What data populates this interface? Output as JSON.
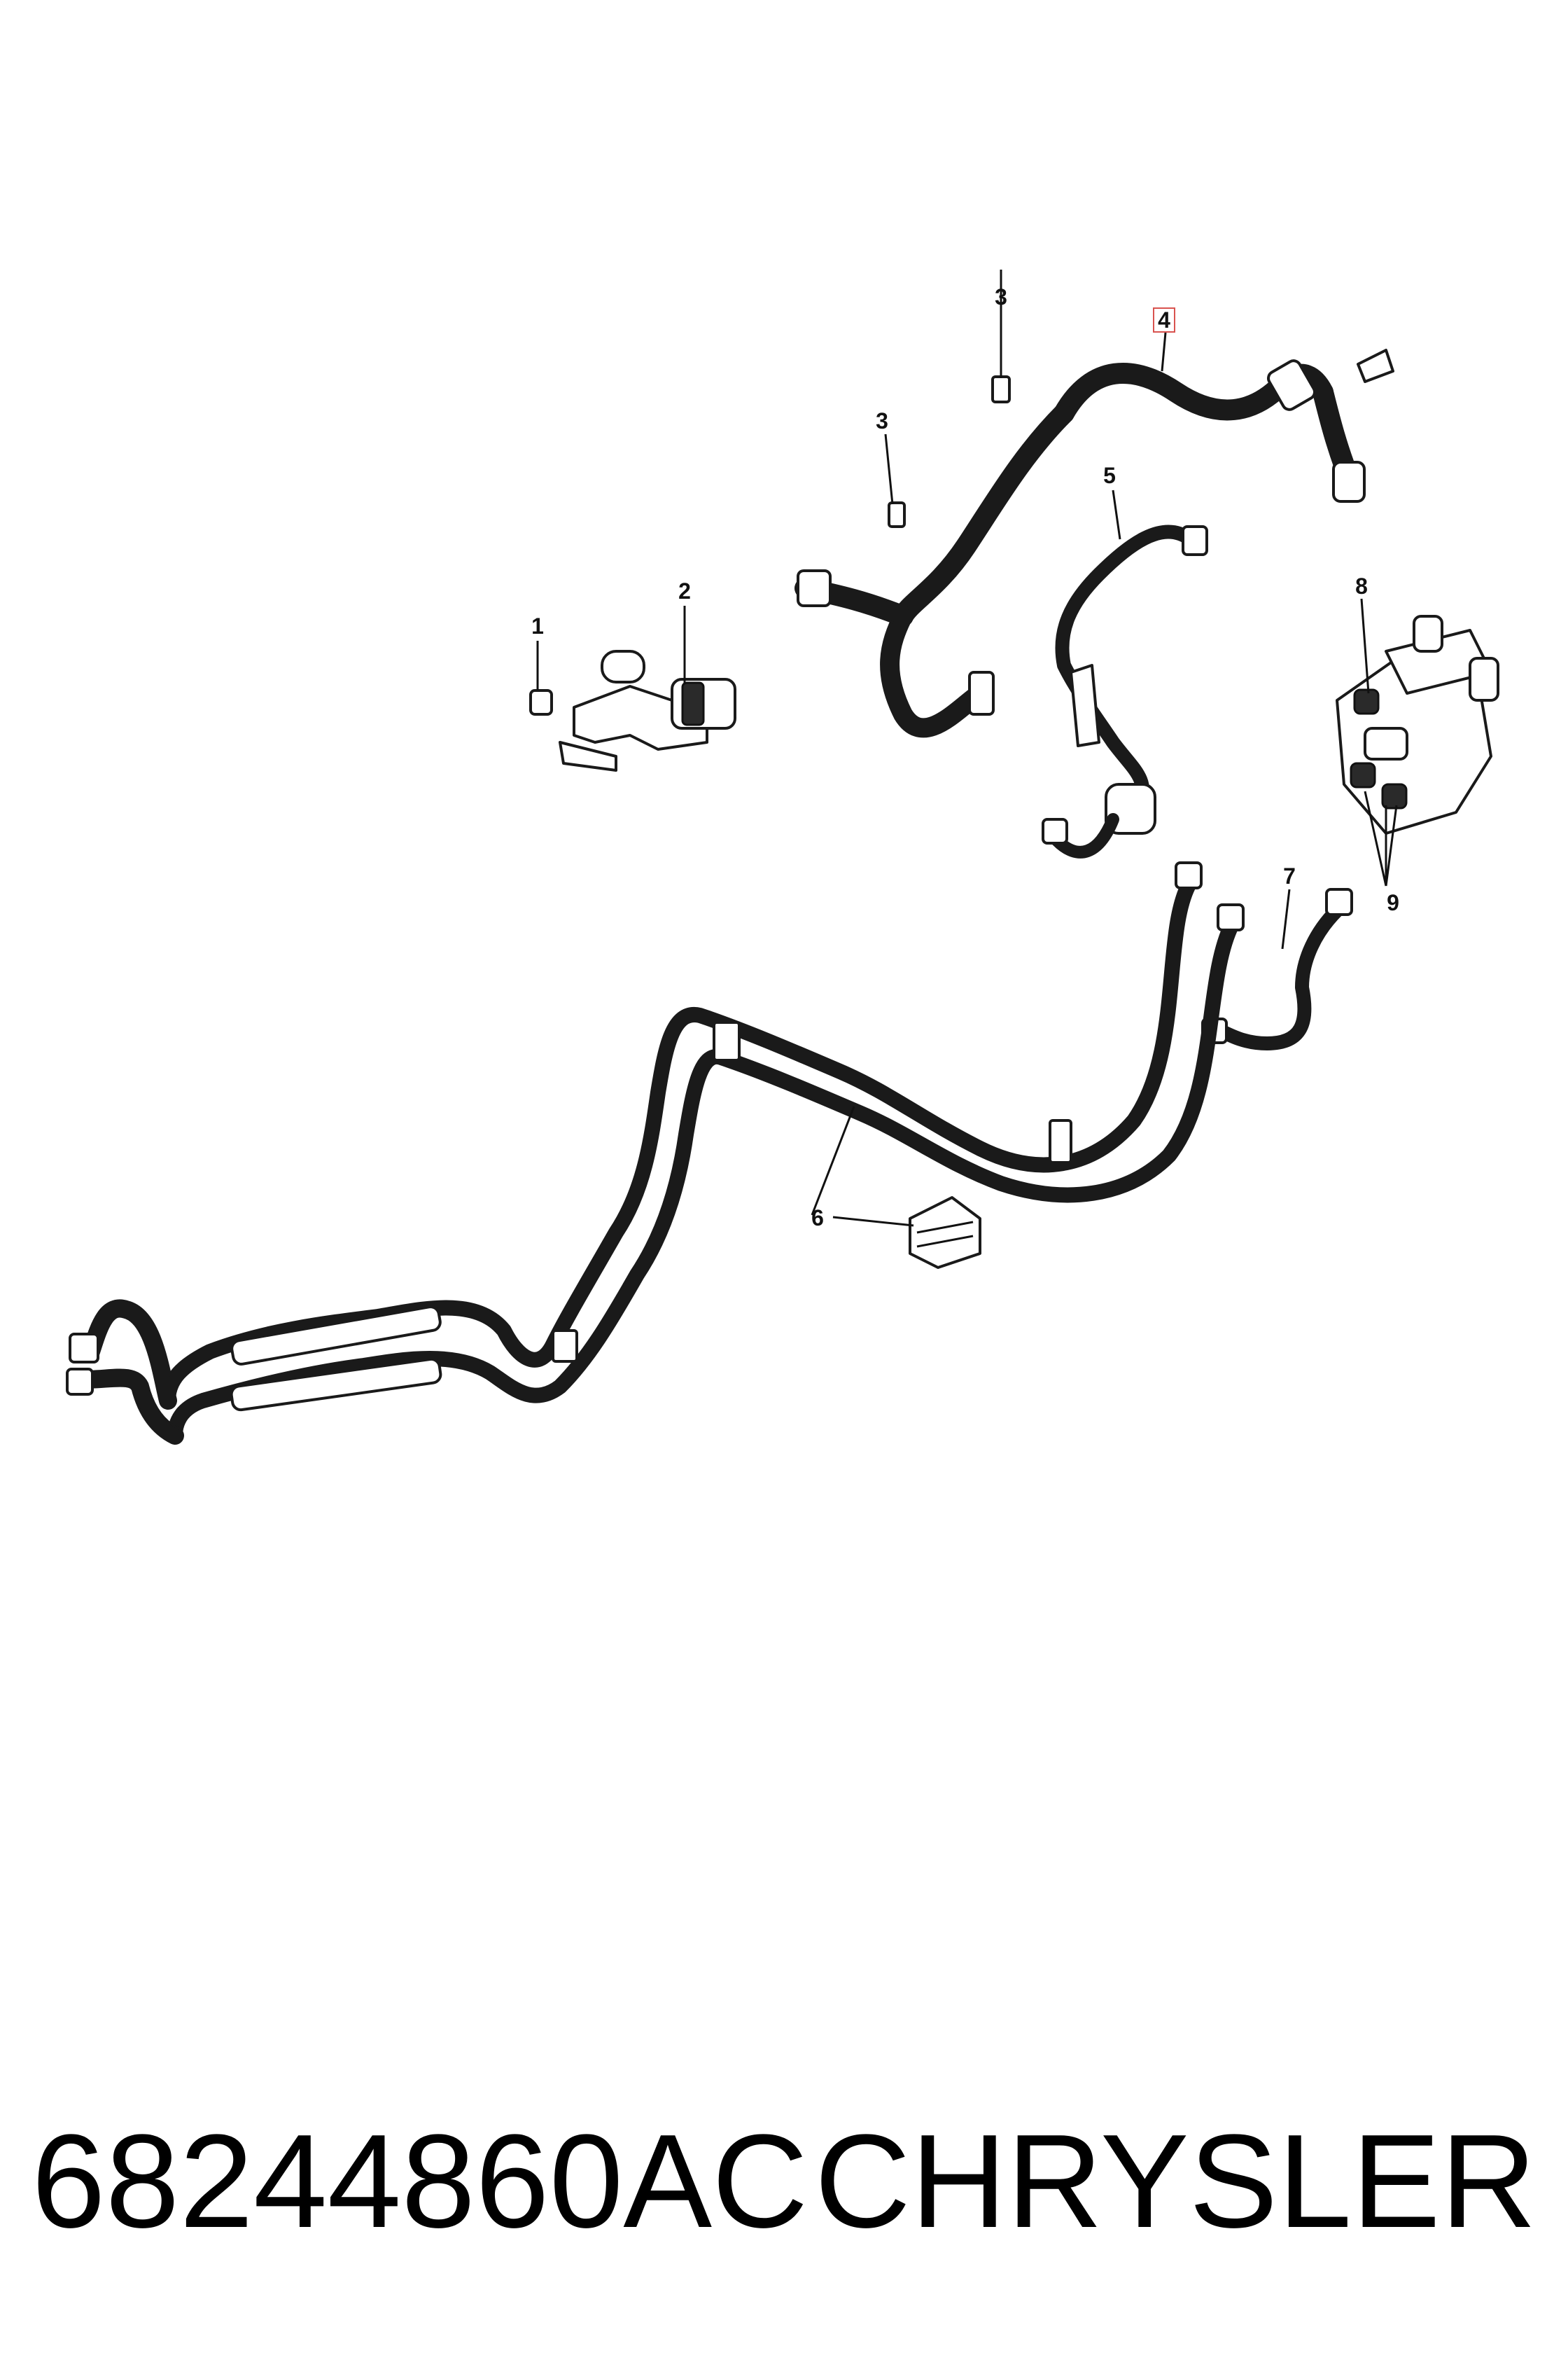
{
  "callouts": {
    "c1": "1",
    "c2": "2",
    "c3a": "3",
    "c3b": "3",
    "c4": "4",
    "c5": "5",
    "c6": "6",
    "c7": "7",
    "c8": "8",
    "c9": "9"
  },
  "footer": {
    "part_number": "68244860AC",
    "brand": "CHRYSLER"
  }
}
